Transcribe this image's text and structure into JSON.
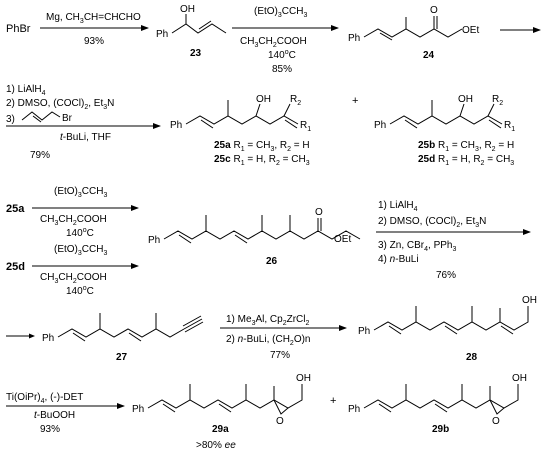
{
  "row1": {
    "start": "PhBr",
    "step1_reagent": "Mg, CH3CH=CHCHO",
    "step1_yield": "93%",
    "c23_oh": "OH",
    "c23_ph": "Ph",
    "c23_label": "23",
    "step2_reagent1": "(EtO)3CCH3",
    "step2_reagent2": "CH3CH2COOH",
    "step2_temp": "140°C",
    "step2_yield": "85%",
    "c24_ph": "Ph",
    "c24_o": "O",
    "c24_oet": "OEt",
    "c24_label": "24"
  },
  "row2": {
    "reagent1": "1) LiAlH4",
    "reagent2": "2) DMSO, (COCl)2, Et3N",
    "reagent3_prefix": "3)",
    "reagent3_br": "Br",
    "reagent3b": "t-BuLi, THF",
    "yield": "79%",
    "left_ph": "Ph",
    "left_oh": "OH",
    "left_r1": "R1",
    "left_r2": "R2",
    "label_25a": "25a",
    "label_25a_def": "R1 = CH3, R2 = H",
    "label_25c": "25c",
    "label_25c_def": "R1 = H, R2 = CH3",
    "plus": "+",
    "right_ph": "Ph",
    "right_oh": "OH",
    "right_r1": "R1",
    "right_r2": "R2",
    "label_25b": "25b",
    "label_25b_def": "R1 = CH3, R2 = H",
    "label_25d": "25d",
    "label_25d_def": "R1 = H, R2 = CH3"
  },
  "row3": {
    "sm1": "25a",
    "sm1_reagent1": "(EtO)3CCH3",
    "sm1_reagent2": "CH3CH2COOH",
    "sm1_temp": "140°C",
    "sm2": "25d",
    "sm2_reagent1": "(EtO)3CCH3",
    "sm2_reagent2": "CH3CH2COOH",
    "sm2_temp": "140°C",
    "c26_ph": "Ph",
    "c26_o": "O",
    "c26_oet": "OEt",
    "c26_label": "26",
    "reagent1": "1) LiAlH4",
    "reagent2": "2) DMSO, (COCl)2, Et3N",
    "reagent3": "3) Zn, CBr4, PPh3",
    "reagent4": "4) n-BuLi",
    "yield": "76%"
  },
  "row4": {
    "c27_ph": "Ph",
    "c27_label": "27",
    "reagent1": "1) Me3Al, Cp2ZrCl2",
    "reagent2": "2) n-BuLi, (CH2O)n",
    "yield": "77%",
    "c28_ph": "Ph",
    "c28_oh": "OH",
    "c28_label": "28"
  },
  "row5": {
    "reagent1": "Ti(OiPr)4, (-)-DET",
    "reagent2": "t-BuOOH",
    "yield": "93%",
    "c29a_ph": "Ph",
    "c29a_o": "O",
    "c29a_oh": "OH",
    "c29a_label": "29a",
    "c29a_ee": ">80% ee",
    "plus": "+",
    "c29b_ph": "Ph",
    "c29b_o": "O",
    "c29b_oh": "OH",
    "c29b_label": "29b"
  }
}
